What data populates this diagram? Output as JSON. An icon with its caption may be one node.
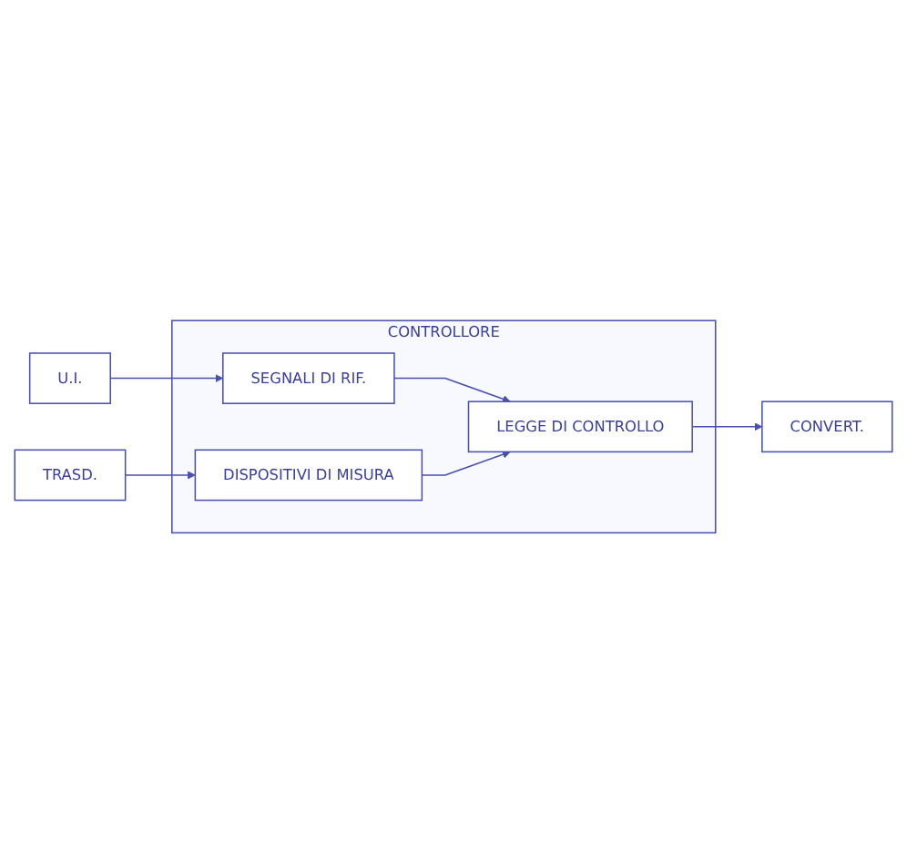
{
  "diagram": {
    "nodes": [
      {
        "text": [
          "U.I."
        ]
      },
      {
        "text": [
          "CONTROLLORE"
        ]
      },
      {
        "text": [
          "SEGNALI DI RIF."
        ],
        "in": 1
      },
      {
        "text": [
          "LEGGE DI CONTROLLO"
        ],
        "in": 1
      },
      {
        "text": [
          "DISPOSITIVI DI MISURA"
        ],
        "in": 1
      },
      {
        "text": [
          "CONVERT."
        ]
      },
      {
        "text": [
          "TRASD."
        ]
      }
    ],
    "edges": [
      {
        "from": 0,
        "to": 2,
        "arrow": "to"
      },
      {
        "from": 2,
        "to": 3,
        "arrow": "to"
      },
      {
        "from": 4,
        "to": 3,
        "arrow": "to"
      },
      {
        "from": 3,
        "to": 5,
        "arrow": "to"
      },
      {
        "from": 6,
        "to": 4,
        "arrow": "to"
      }
    ]
  }
}
